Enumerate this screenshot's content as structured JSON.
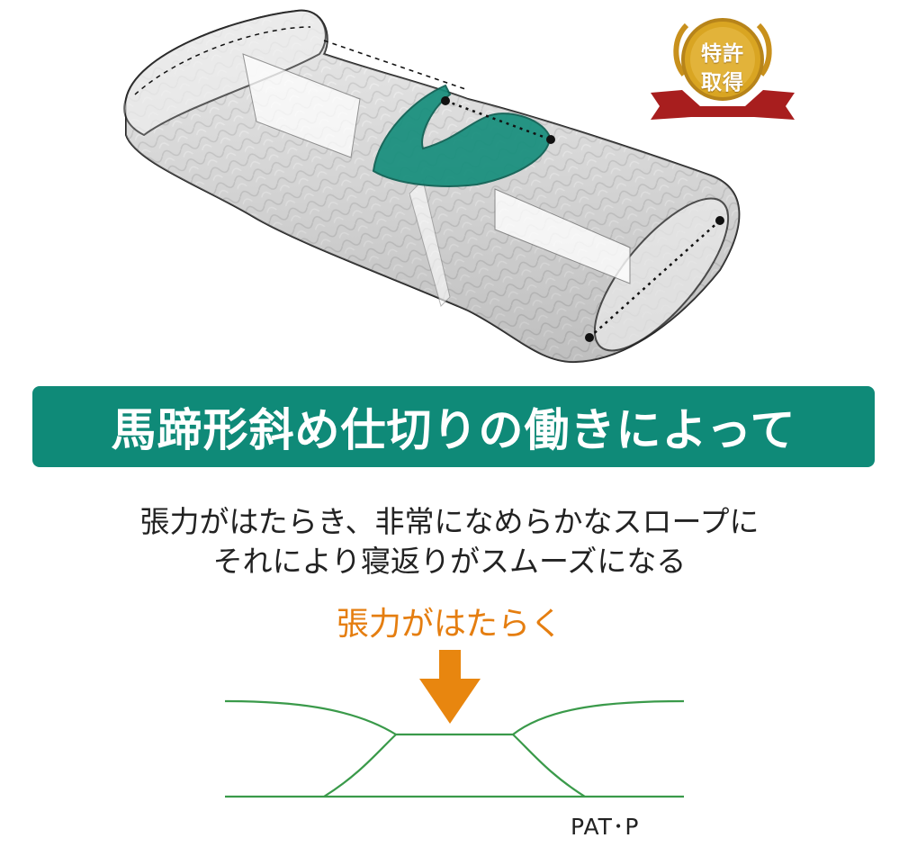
{
  "badge": {
    "line1": "特許",
    "line2": "取得"
  },
  "banner": {
    "title": "馬蹄形斜め仕切りの働きによって"
  },
  "description": {
    "line1": "張力がはたらき、非常になめらかなスロープに",
    "line2": "それにより寝返りがスムーズになる"
  },
  "diagram": {
    "tension_label": "張力がはたらく",
    "arrow_icon": "down-arrow-icon"
  },
  "footer": {
    "patent_mark": "PAT･P"
  },
  "colors": {
    "accent_teal": "#0f8a78",
    "line_green": "#3a9a4a",
    "arrow_orange": "#e8860f",
    "badge_gold": "#d9a522",
    "ribbon_red": "#b22222"
  }
}
